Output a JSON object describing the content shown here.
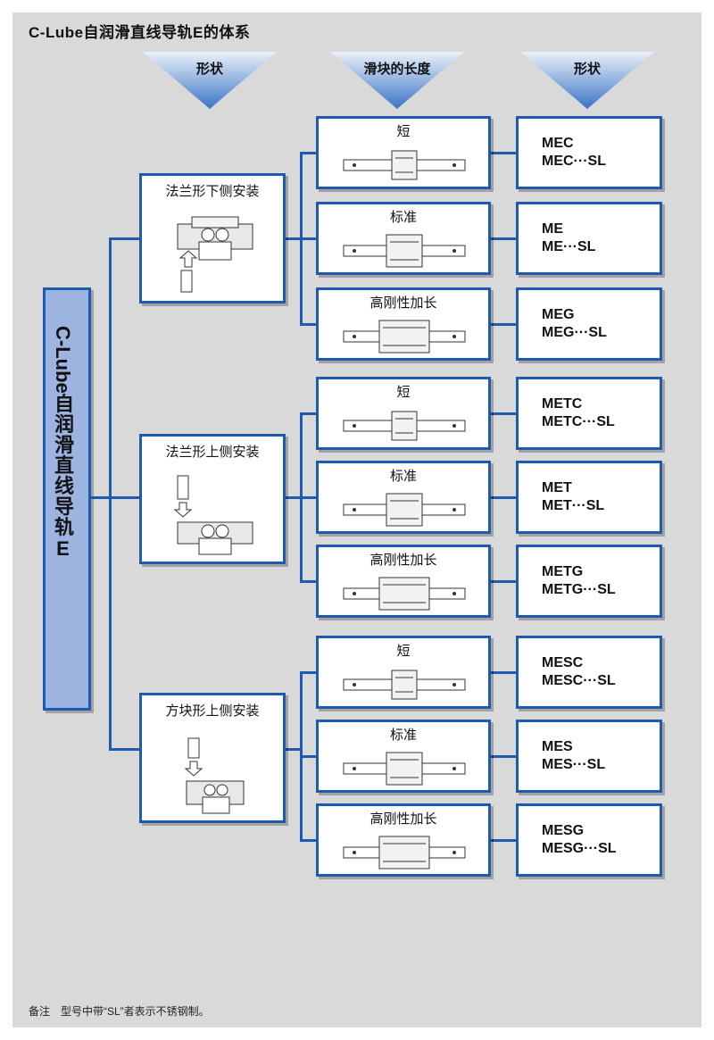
{
  "title": "C-Lube自润滑直线导轨E的体系",
  "headers": [
    "形状",
    "滑块的长度",
    "形状"
  ],
  "main_label_latin": "C-Lube",
  "main_label_cn": "自润滑直线导轨E",
  "groups": [
    {
      "mount": "法兰形下侧安装",
      "rows": [
        {
          "length": "短",
          "m1": "MEC",
          "m2": "MEC···SL"
        },
        {
          "length": "标准",
          "m1": "ME",
          "m2": "ME···SL"
        },
        {
          "length": "高刚性加长",
          "m1": "MEG",
          "m2": "MEG···SL"
        }
      ]
    },
    {
      "mount": "法兰形上侧安装",
      "rows": [
        {
          "length": "短",
          "m1": "METC",
          "m2": "METC···SL"
        },
        {
          "length": "标准",
          "m1": "MET",
          "m2": "MET···SL"
        },
        {
          "length": "高刚性加长",
          "m1": "METG",
          "m2": "METG···SL"
        }
      ]
    },
    {
      "mount": "方块形上侧安装",
      "rows": [
        {
          "length": "短",
          "m1": "MESC",
          "m2": "MESC···SL"
        },
        {
          "length": "标准",
          "m1": "MES",
          "m2": "MES···SL"
        },
        {
          "length": "高刚性加长",
          "m1": "MESG",
          "m2": "MESG···SL"
        }
      ]
    }
  ],
  "note": "备注　型号中带“SL”者表示不锈钢制。",
  "colors": {
    "accent": "#1e5bb0",
    "main_fill": "#9db4e0",
    "background": "#d9d9d9"
  }
}
